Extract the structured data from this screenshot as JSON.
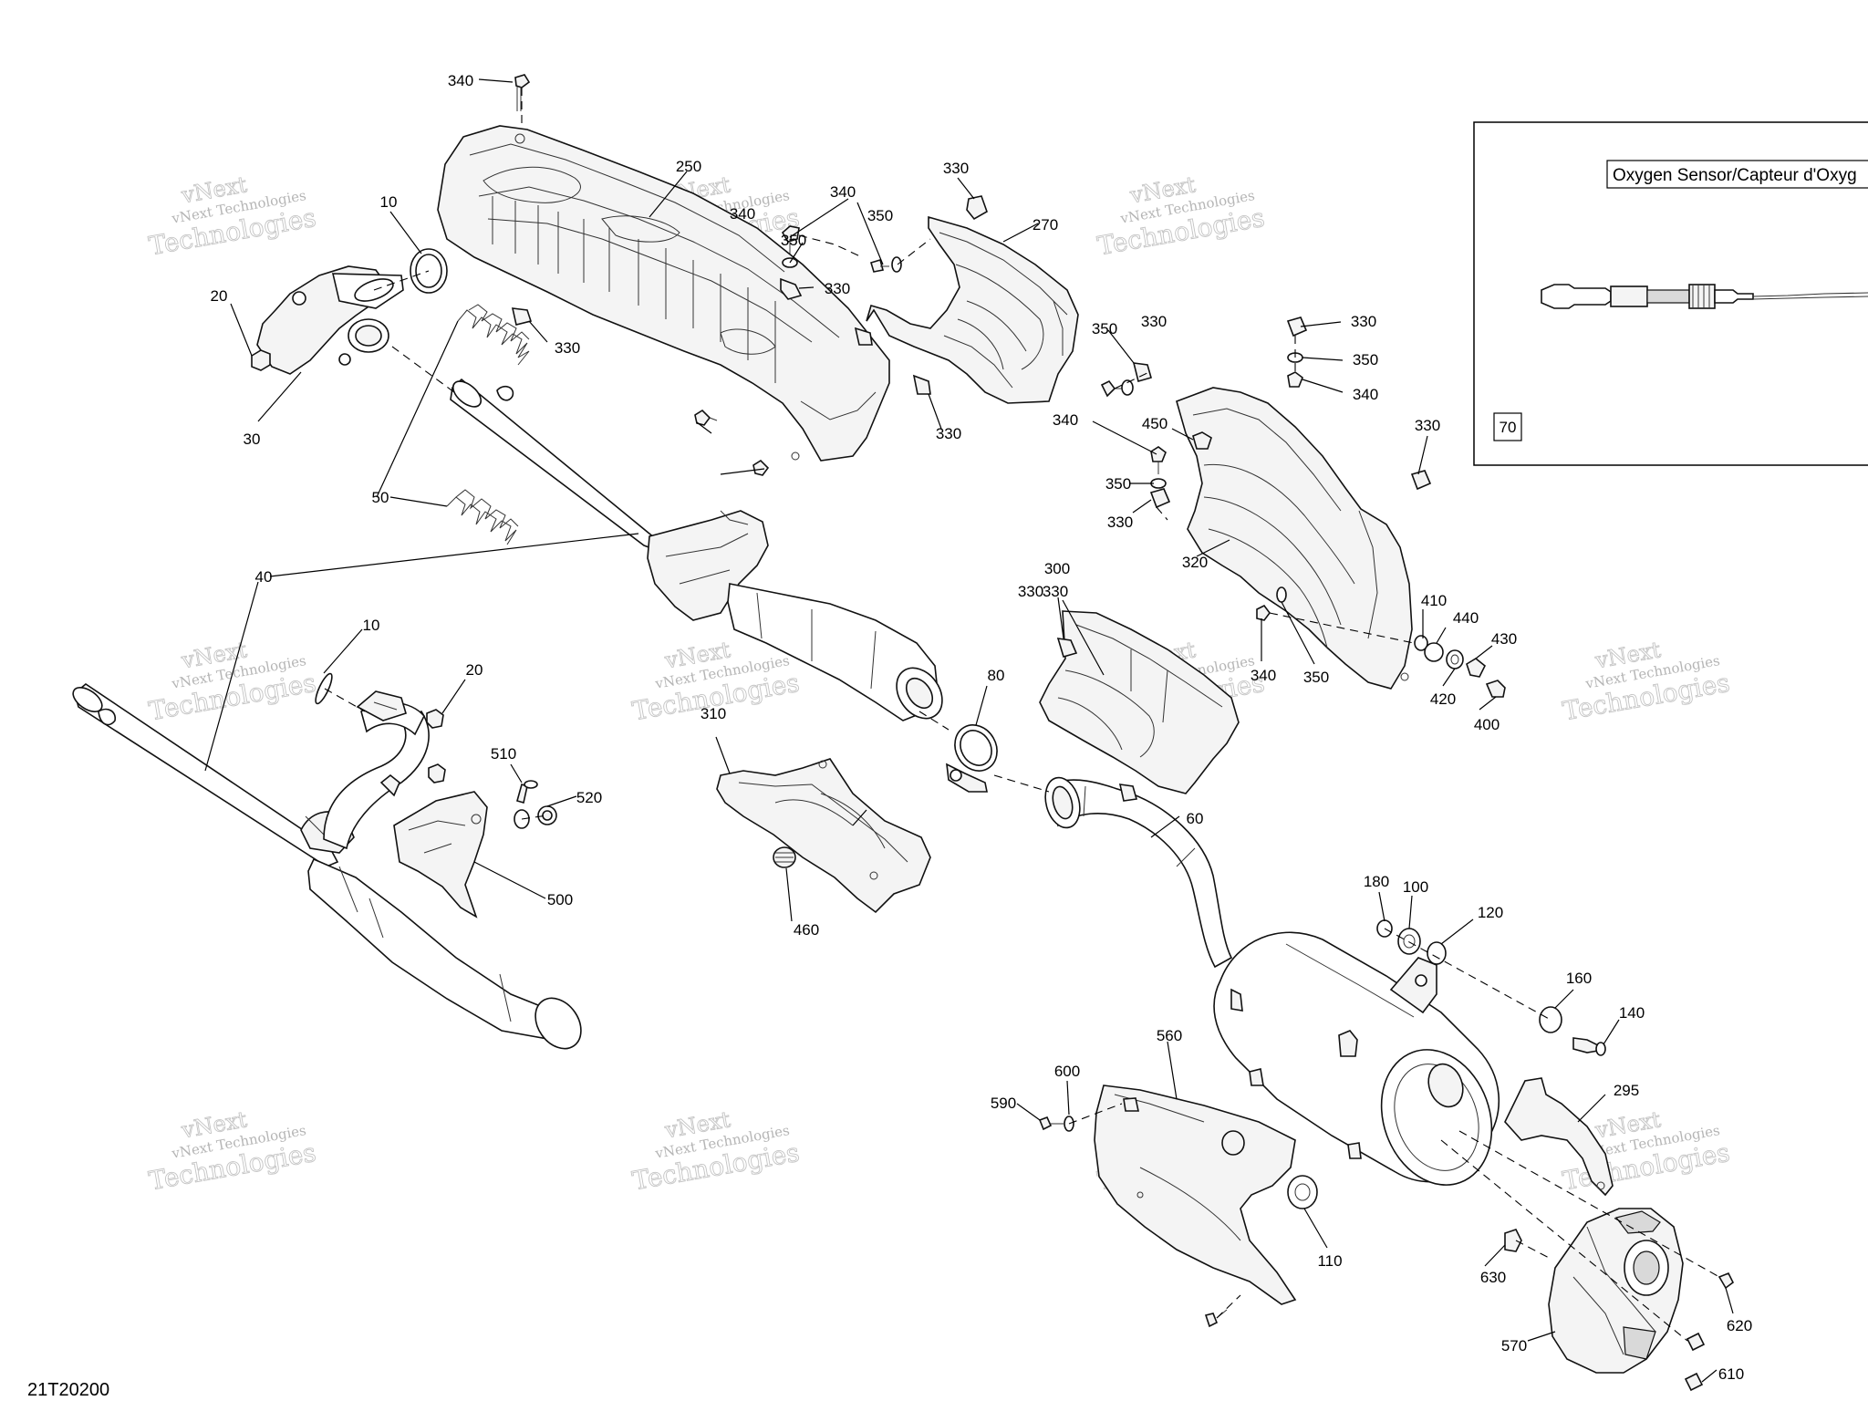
{
  "drawing_number": "21T20200",
  "watermark": {
    "line1": "vNext",
    "line2": "vNext Technologies",
    "line3": "Technologies"
  },
  "inset": {
    "title": "Oxygen Sensor/Capteur d'Oxyg",
    "part_number": "70"
  },
  "callouts": {
    "c340a": "340",
    "c250": "250",
    "c10a": "10",
    "c20a": "20",
    "c30": "30",
    "c330a": "330",
    "c50": "50",
    "c340b": "340",
    "c340c": "340",
    "c350a": "350",
    "c350b": "350",
    "c330b": "330",
    "c330c": "330",
    "c270": "270",
    "c330d": "330",
    "c40": "40",
    "c330e": "330",
    "c350c": "350",
    "c330f": "330",
    "c350d": "350",
    "c340d": "340",
    "c340e": "340",
    "c450": "450",
    "c350e": "350",
    "c330g": "330",
    "c330h": "330",
    "c320": "320",
    "c330i": "330",
    "c300": "300",
    "c330j": "330",
    "c10b": "10",
    "c20b": "20",
    "c310": "310",
    "c80": "80",
    "c510": "510",
    "c520": "520",
    "c500": "500",
    "c460": "460",
    "c340f": "340",
    "c350f": "350",
    "c410": "410",
    "c440": "440",
    "c430": "430",
    "c420": "420",
    "c400": "400",
    "c60": "60",
    "c180": "180",
    "c100": "100",
    "c120": "120",
    "c160": "160",
    "c140": "140",
    "c560": "560",
    "c600": "600",
    "c590": "590",
    "c295": "295",
    "c110": "110",
    "c630": "630",
    "c620": "620",
    "c570": "570",
    "c610": "610"
  }
}
